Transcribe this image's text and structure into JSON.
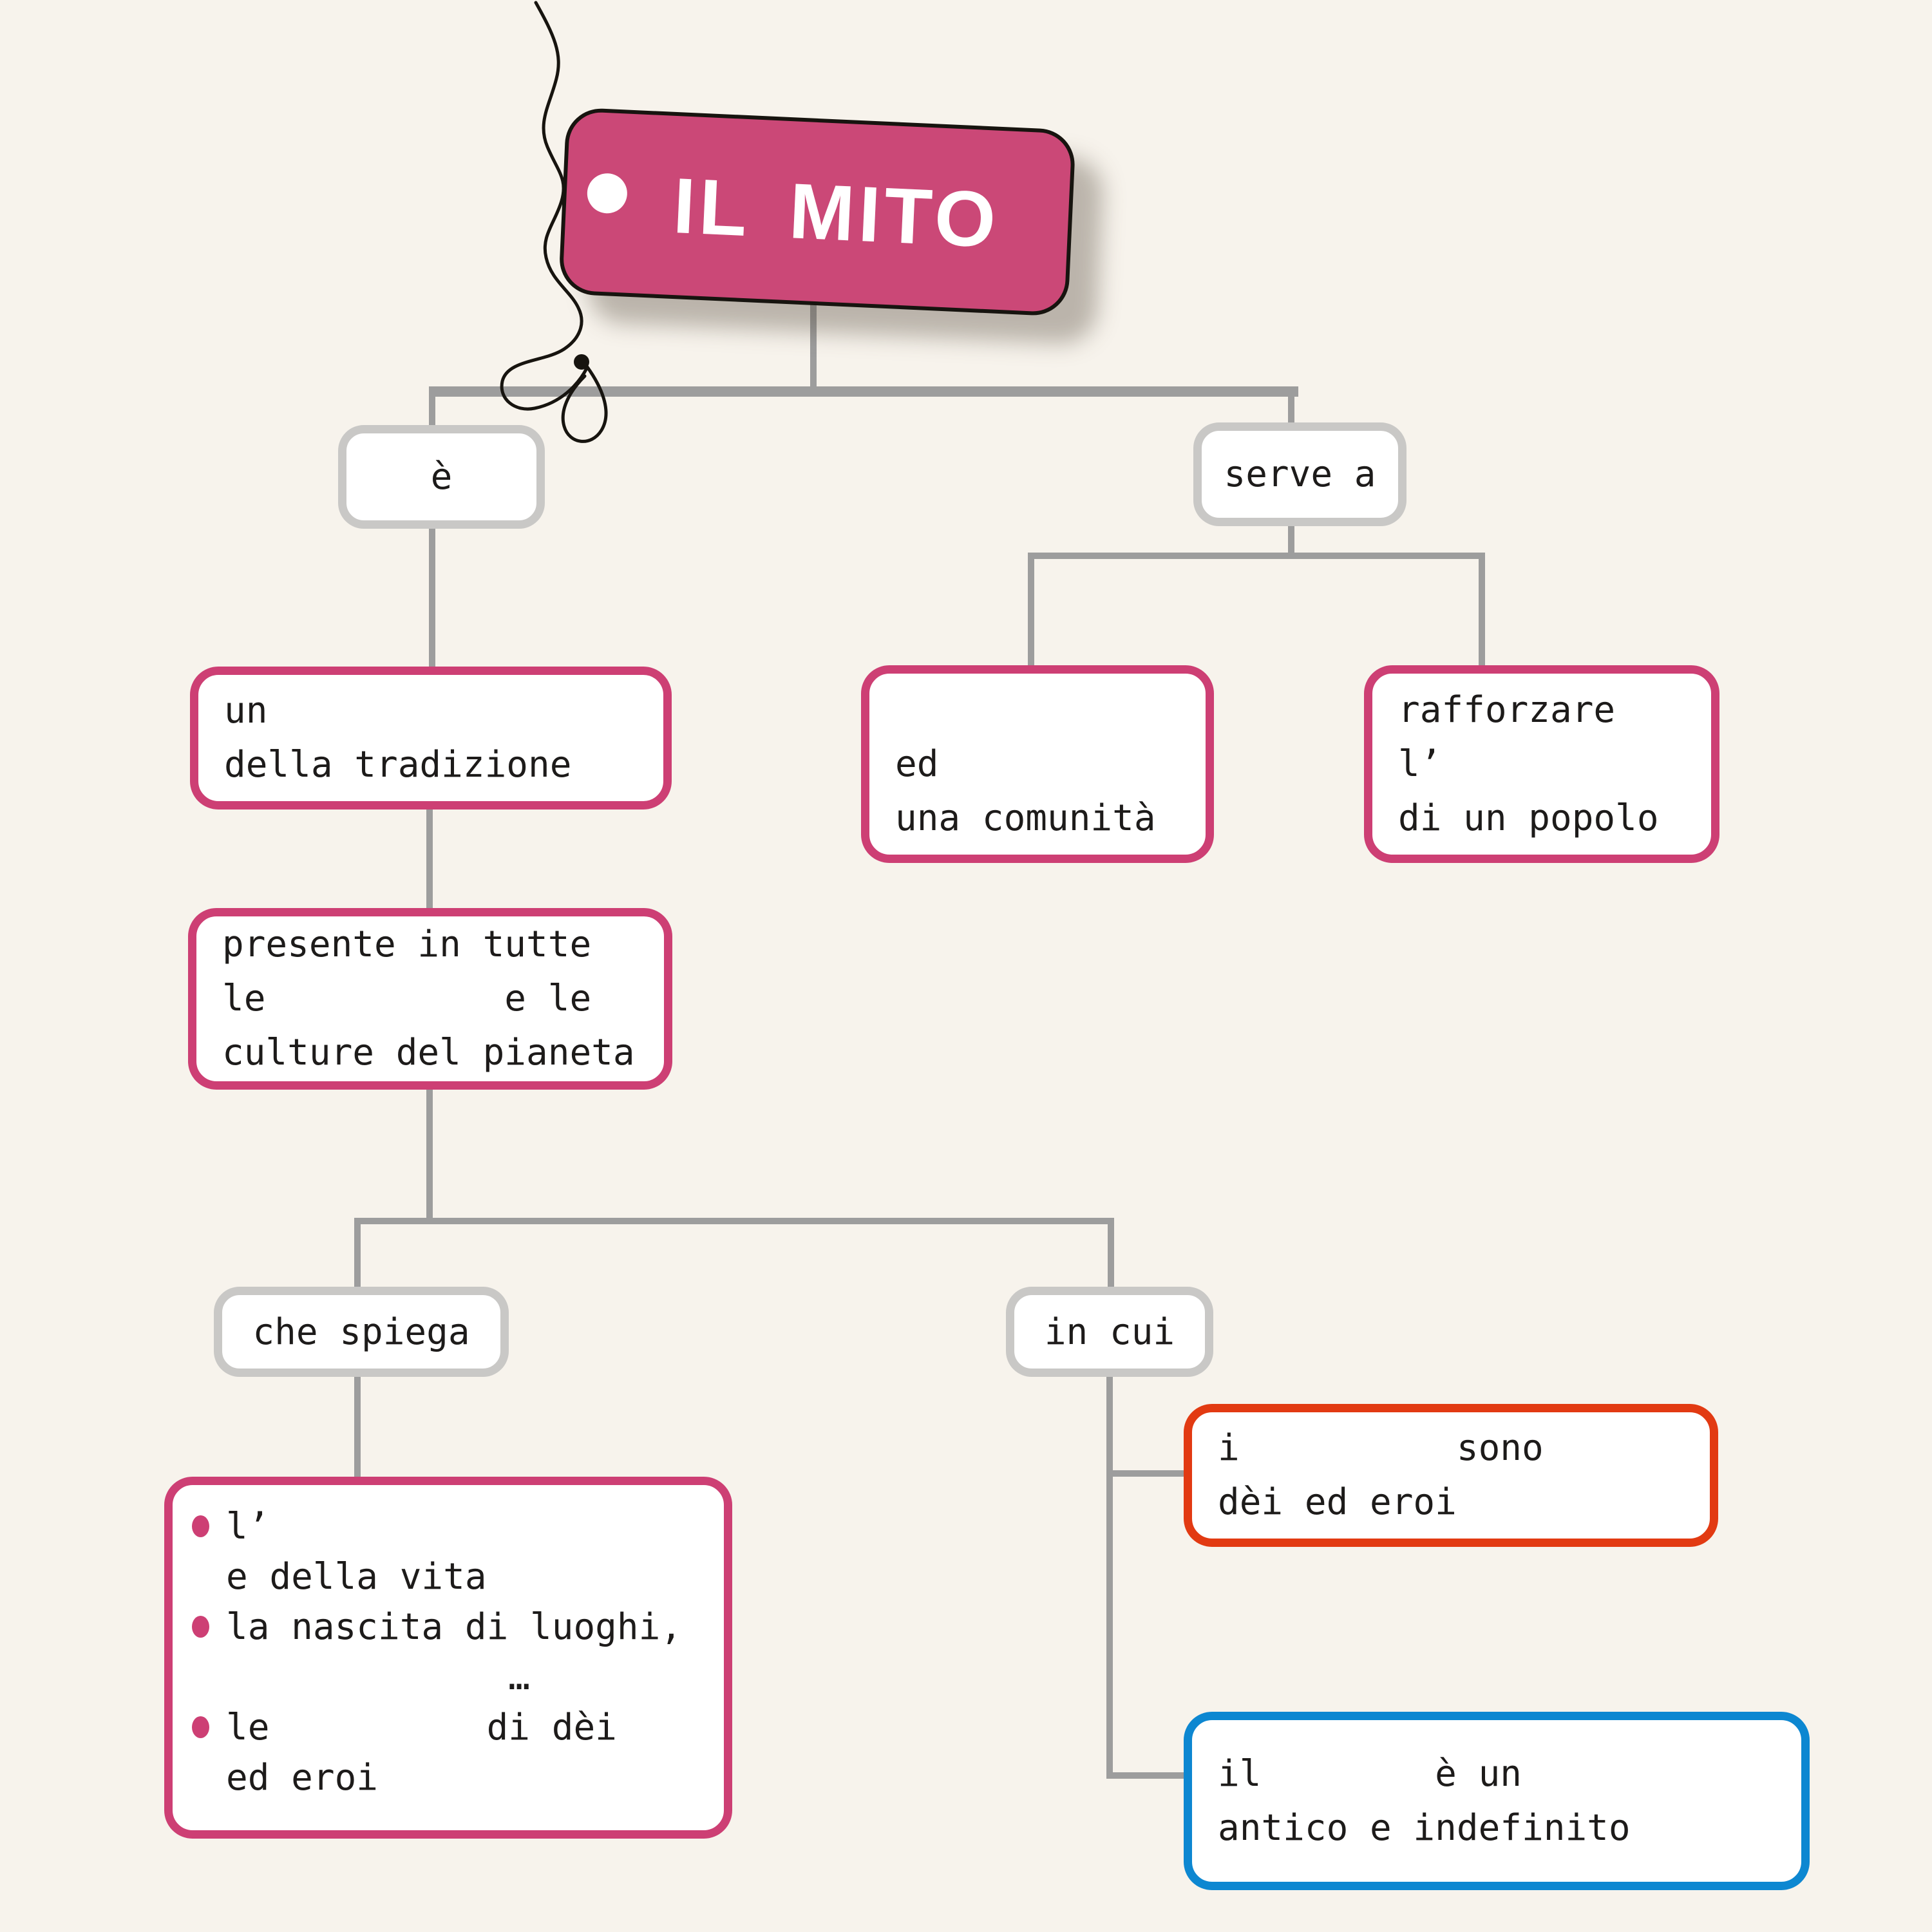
{
  "palette": {
    "background": "#f7f3ec",
    "connector_gray": "#9d9d9d",
    "label_node_border": "#c9c8c6",
    "pink_border": "#cd3f74",
    "tag_pink": "#cb4877",
    "orange_border": "#e23a12",
    "blue_border": "#0d87d1",
    "text": "#1d1b1a"
  },
  "tag": {
    "label": "IL MITO"
  },
  "labels": {
    "e": "è",
    "serve_a": "serve a",
    "che_spiega": "che spiega",
    "in_cui": "in cui"
  },
  "boxes": {
    "racconto": "un\ndella tradizione",
    "comunita": "\ned\nuna comunità",
    "identita": "rafforzare\nl’\ndi un popolo",
    "culture": "presente in tutte\nle           e le\nculture del pianeta",
    "protagonisti": "i          sono\ndèi ed eroi",
    "tempo": "il        è un\nantico e indefinito"
  },
  "spiega_items": [
    "l’\ne della vita",
    "la nascita di luoghi,\n             …",
    "le          di dèi\ned eroi"
  ]
}
